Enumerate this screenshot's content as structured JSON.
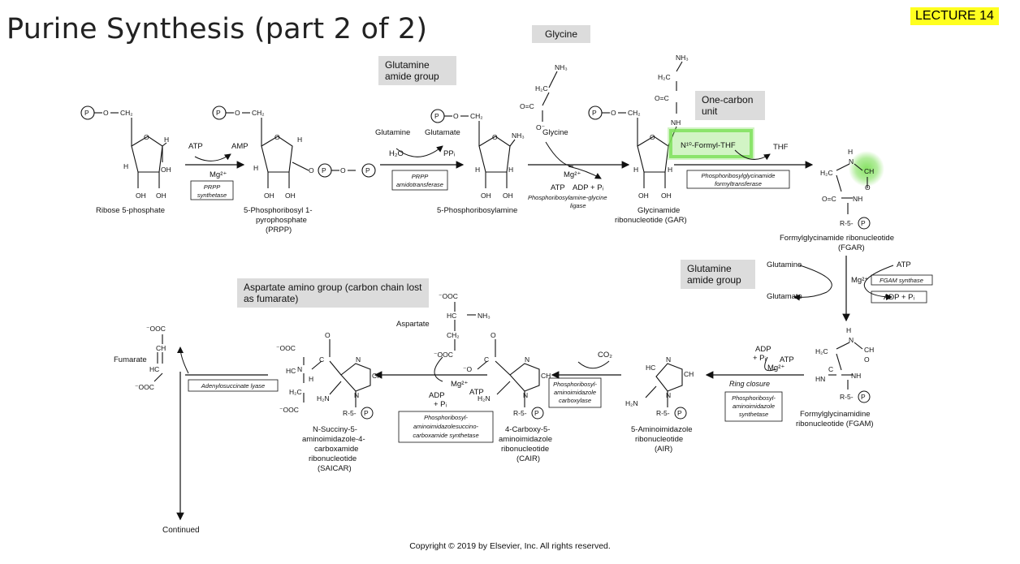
{
  "slide": {
    "title": "Purine Synthesis (part 2 of 2)",
    "badge": "LECTURE 14",
    "copyright": "Copyright © 2019 by Elsevier, Inc. All rights reserved.",
    "continued": "Continued"
  },
  "boxes": {
    "glycine": "Glycine",
    "glutamine_amide_1": "Glutamine amide group",
    "one_carbon": "One-carbon unit",
    "glutamine_amide_2": "Glutamine amide group",
    "aspartate_group": "Aspartate amino group (carbon chain lost as fumarate)"
  },
  "compounds": {
    "r5p": "Ribose 5-phosphate",
    "prpp": [
      "5-Phosphoribosyl 1-",
      "pyrophosphate",
      "(PRPP)"
    ],
    "pra": "5-Phosphoribosylamine",
    "gar": [
      "Glycinamide",
      "ribonucleotide (GAR)"
    ],
    "fgar": [
      "Formylglycinamide ribonucleotide",
      "(FGAR)"
    ],
    "fgam": [
      "Formylglycinamidine",
      "ribonucleotide (FGAM)"
    ],
    "air": [
      "5-Aminoimidazole",
      "ribonucleotide",
      "(AIR)"
    ],
    "cair": [
      "4-Carboxy-5-",
      "aminoimidazole",
      "ribonucleotide",
      "(CAIR)"
    ],
    "saicar": [
      "N-Succiny-5-",
      "aminoimidazole-4-",
      "carboxamide",
      "ribonucleotide",
      "(SAICAR)"
    ]
  },
  "enzymes": {
    "prpp_synthetase": [
      "PRPP",
      "synthetase"
    ],
    "prpp_amidotransferase": [
      "PRPP",
      "amidotransferase"
    ],
    "gar_synthetase": [
      "Phosphoribosylamine-glycine",
      "ligase"
    ],
    "gar_transformylase": [
      "Phosphoribosylglycinamide",
      "formyltransferase"
    ],
    "fgam_synthase": "FGAM synthase",
    "air_synthetase": [
      "Phosphoribosyl-",
      "aminoimidazole",
      "synthetase"
    ],
    "air_carboxylase": [
      "Phosphoribosyl-",
      "aminoimidazole",
      "carboxylase"
    ],
    "saicar_synthetase": [
      "Phosphoribosyl-",
      "aminoimidazolesuccino-",
      "carboxamide synthetase"
    ],
    "adenylosuccinate_lyase": "Adenylosuccinate lyase"
  },
  "reagents": {
    "atp": "ATP",
    "amp": "AMP",
    "mg": "Mg²⁺",
    "glutamine": "Glutamine",
    "glutamate": "Glutamate",
    "h2o": "H₂O",
    "ppi": "PPᵢ",
    "glycine": "Glycine",
    "adp_pi": "ADP + Pᵢ",
    "n10_formyl_thf": "N¹⁰-Formyl-THF",
    "thf": "THF",
    "ring_closure": "Ring closure",
    "co2": "CO₂",
    "aspartate": "Aspartate",
    "fumarate": "Fumarate",
    "adp": "ADP",
    "pi_plus": "+ Pᵢ"
  },
  "colors": {
    "badge": "#ffff1f",
    "gray_box": "#dcdcdc",
    "highlight_green": "#7fe05a"
  }
}
